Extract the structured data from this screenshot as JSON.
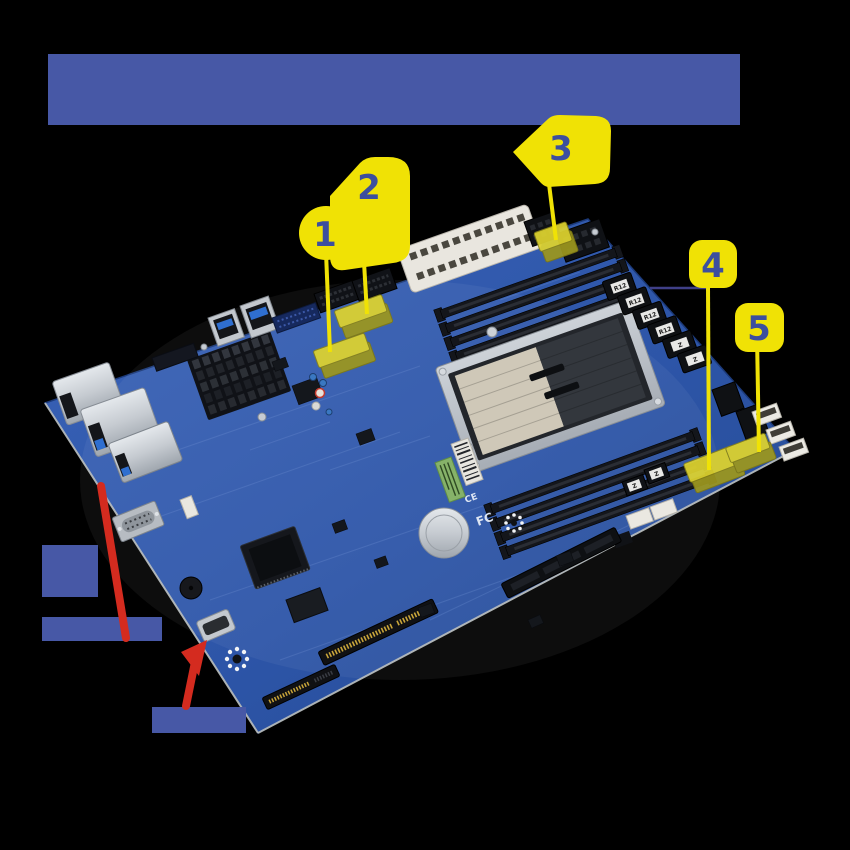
{
  "page": {
    "background_color": "#000000"
  },
  "banner": {
    "text": "",
    "color": "#4758a6"
  },
  "callouts": [
    {
      "number": "1"
    },
    {
      "number": "2"
    },
    {
      "number": "3"
    },
    {
      "number": "4"
    },
    {
      "number": "5"
    }
  ],
  "callout_style": {
    "bubble_color": "#f0e205",
    "number_color": "#3c4f9e"
  },
  "leaders": {
    "yellow": "#f0e205",
    "dark_blue": "#3f3f88",
    "red": "#d42b1f"
  },
  "label_boxes": [
    {
      "name": "left-port-label-box",
      "text": ""
    },
    {
      "name": "vga-port-label-box",
      "text": ""
    },
    {
      "name": "hdmi-port-label-box",
      "text": ""
    }
  ],
  "board": {
    "pcb_color": "#2d55a8",
    "highlight_color": "#d3c92d",
    "marks": {
      "ce": "CE",
      "fcc": "FC",
      "choke_label": "R12",
      "choke_label_alt": "Z"
    }
  }
}
